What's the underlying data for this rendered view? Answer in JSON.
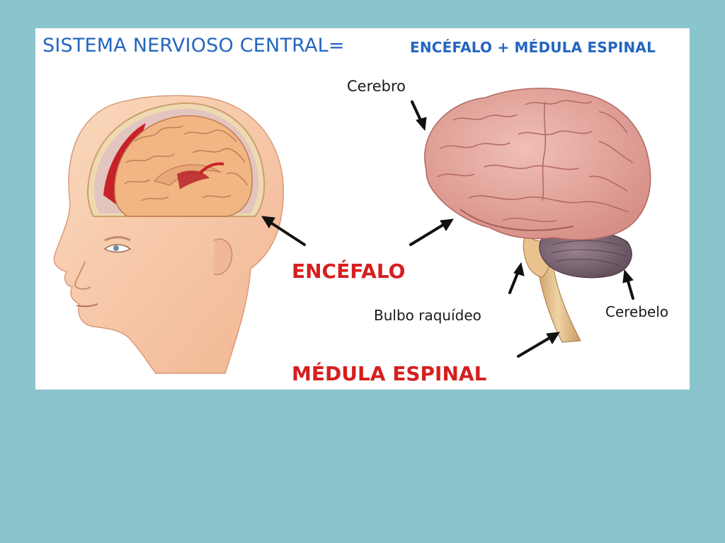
{
  "title": {
    "main": "SISTEMA NERVIOSO CENTRAL=",
    "sub": "ENCÉFALO + MÉDULA ESPINAL"
  },
  "labels": {
    "cerebro": "Cerebro",
    "encefalo": "ENCÉFALO",
    "bulbo": "Bulbo raquídeo",
    "cerebelo": "Cerebelo",
    "medula": "MÉDULA ESPINAL"
  },
  "colors": {
    "background": "#8ac4cc",
    "title": "#2466c0",
    "highlight_label": "#d51f1f",
    "label": "#1a1a1a",
    "skin": "#f6c8a6",
    "brain_cortex": "#e6a9a0",
    "cerebellum": "#7e6775",
    "spinal_cord": "#dcb888"
  }
}
